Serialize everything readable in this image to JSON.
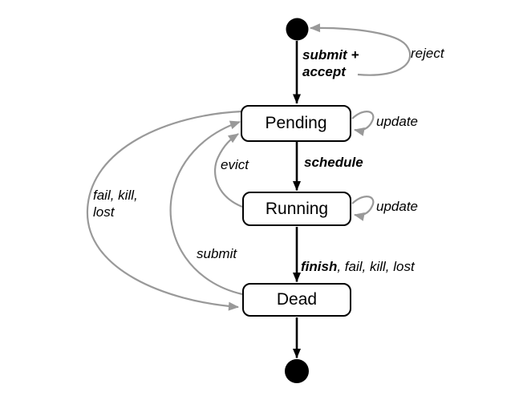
{
  "states": {
    "pending": "Pending",
    "running": "Running",
    "dead": "Dead"
  },
  "nodes": {
    "initial": "initial-state",
    "final": "final-state"
  },
  "transitions": {
    "submit_accept": {
      "from": "initial",
      "to": "Pending",
      "label": "submit +\naccept",
      "style": "black-bold"
    },
    "reject": {
      "from": "submit + accept arrow",
      "to": "initial",
      "label": "reject",
      "style": "gray"
    },
    "update_pending": {
      "from": "Pending",
      "to": "Pending",
      "label": "update",
      "style": "gray-self-loop"
    },
    "schedule": {
      "from": "Pending",
      "to": "Running",
      "label": "schedule",
      "style": "black-bold"
    },
    "evict": {
      "from": "Running",
      "to": "Pending",
      "label": "evict",
      "style": "gray"
    },
    "update_running": {
      "from": "Running",
      "to": "Running",
      "label": "update",
      "style": "gray-self-loop"
    },
    "finish": {
      "from": "Running",
      "to": "Dead",
      "label_bold": "finish",
      "label_rest": ", fail, kill, lost",
      "style": "black"
    },
    "fail_kill_lost": {
      "from": "Pending",
      "to": "Dead",
      "label": "fail, kill,\nlost",
      "style": "gray"
    },
    "submit_back": {
      "from": "Dead",
      "to": "Pending",
      "label": "submit",
      "style": "gray"
    },
    "terminate": {
      "from": "Dead",
      "to": "final",
      "label": "",
      "style": "black"
    }
  },
  "colors": {
    "node_black": "#000000",
    "edge_gray": "#999999",
    "background": "#ffffff"
  }
}
